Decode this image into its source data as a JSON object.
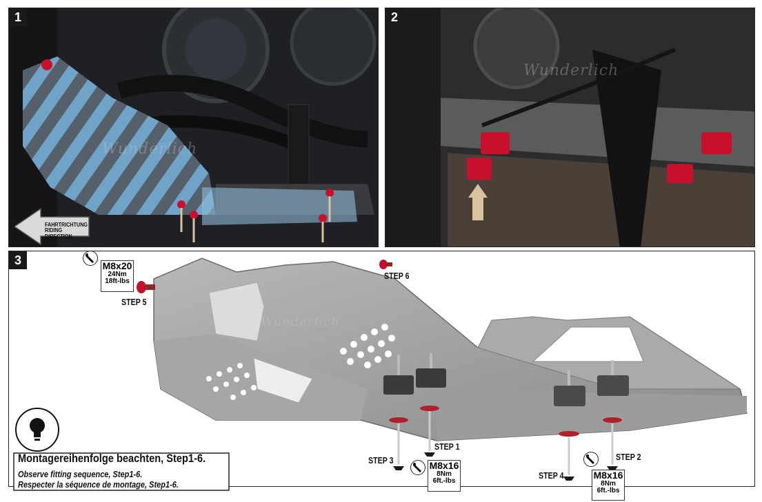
{
  "panels": {
    "p1": {
      "number": "1"
    },
    "p2": {
      "number": "2"
    },
    "p3": {
      "number": "3"
    }
  },
  "watermark": "Wunderlich",
  "direction": {
    "line1": "FAHRTRICHTUNG",
    "line2": "RIDING DIRECTION"
  },
  "steps": {
    "s1": "STEP 1",
    "s2": "STEP 2",
    "s3": "STEP 3",
    "s4": "STEP 4",
    "s5": "STEP 5",
    "s6": "STEP 6"
  },
  "specs": {
    "top": {
      "size": "M8x20",
      "torque_nm": "24Nm",
      "torque_lbs": "18ft-lbs"
    },
    "mid": {
      "size": "M8x16",
      "torque_nm": "8Nm",
      "torque_lbs": "6ft.-lbs"
    },
    "right": {
      "size": "M8x16",
      "torque_nm": "8Nm",
      "torque_lbs": "6ft.-lbs"
    }
  },
  "note": {
    "de": "Montagereihenfolge beachten, Step1-6.",
    "en": "Observe fitting sequence, Step1-6.",
    "fr": "Respecter la séquence de montage, Step1-6."
  },
  "colors": {
    "accent_red": "#c8102e",
    "bolt_tan": "#d8c2a0",
    "plate_gray": "#9a9a9a"
  }
}
